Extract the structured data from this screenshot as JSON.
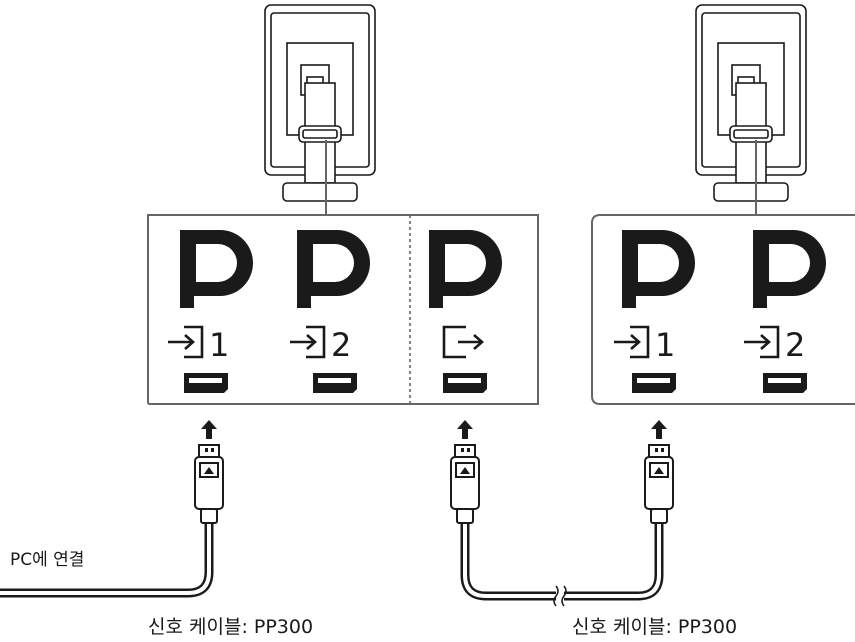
{
  "labels": {
    "pc_connection": "PC에 연결",
    "cable_left": "신호 케이블: PP300",
    "cable_right": "신호 케이블: PP300"
  },
  "port_numbers": {
    "monitor1_input1": "1",
    "monitor1_input2": "2",
    "monitor2_input1": "1",
    "monitor2_input2": "2"
  },
  "colors": {
    "line": "#333333",
    "fill_dark": "#1a1a1a",
    "panel_border": "#666666",
    "background": "#ffffff"
  },
  "icons": {
    "displayport_logo": "displayport-logo-icon",
    "input": "input-arrow-icon",
    "output": "output-arrow-icon",
    "port": "displayport-socket-icon",
    "plug": "displayport-plug-icon",
    "arrow": "up-arrow-icon"
  }
}
